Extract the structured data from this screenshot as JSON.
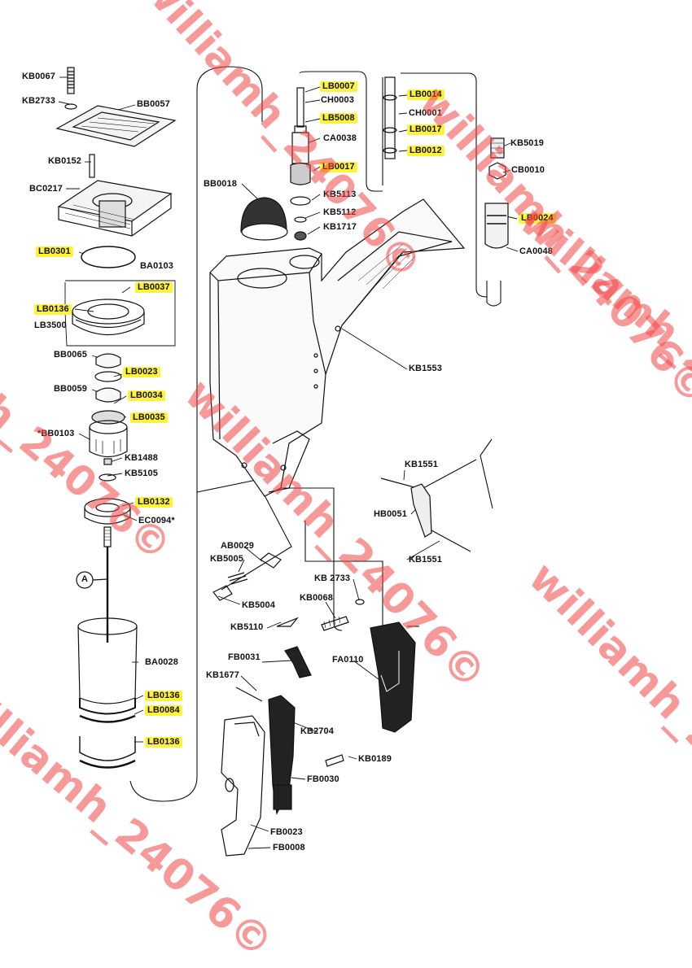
{
  "parts": [
    {
      "code": "KB0067",
      "hl": false
    },
    {
      "code": "KB2733",
      "hl": false
    },
    {
      "code": "BB0057",
      "hl": false
    },
    {
      "code": "KB0152",
      "hl": false
    },
    {
      "code": "BC0217",
      "hl": false
    },
    {
      "code": "LB0301",
      "hl": true
    },
    {
      "code": "BA0103",
      "hl": false
    },
    {
      "code": "LB0037",
      "hl": true
    },
    {
      "code": "LB0136",
      "hl": true
    },
    {
      "code": "LB3500",
      "hl": false
    },
    {
      "code": "BB0065",
      "hl": false
    },
    {
      "code": "LB0023",
      "hl": true
    },
    {
      "code": "BB0059",
      "hl": false
    },
    {
      "code": "LB0034",
      "hl": true
    },
    {
      "code": "LB0035",
      "hl": true
    },
    {
      "code": "*BB0103",
      "hl": false
    },
    {
      "code": "KB1488",
      "hl": false
    },
    {
      "code": "KB5105",
      "hl": false
    },
    {
      "code": "LB0132",
      "hl": true
    },
    {
      "code": "EC0094*",
      "hl": false
    },
    {
      "code": "BA0028",
      "hl": false
    },
    {
      "code": "LB0136",
      "hl": true
    },
    {
      "code": "LB0084",
      "hl": true
    },
    {
      "code": "LB0136",
      "hl": true
    },
    {
      "code": "BB0018",
      "hl": false
    },
    {
      "code": "LB0007",
      "hl": true
    },
    {
      "code": "CH0003",
      "hl": false
    },
    {
      "code": "LB5008",
      "hl": true
    },
    {
      "code": "CA0038",
      "hl": false
    },
    {
      "code": "LB0017",
      "hl": true
    },
    {
      "code": "KB5113",
      "hl": false
    },
    {
      "code": "KB5112",
      "hl": false
    },
    {
      "code": "KB1717",
      "hl": false
    },
    {
      "code": "LB0014",
      "hl": true
    },
    {
      "code": "CH0001",
      "hl": false
    },
    {
      "code": "LB0017",
      "hl": true
    },
    {
      "code": "LB0012",
      "hl": true
    },
    {
      "code": "KB5019",
      "hl": false
    },
    {
      "code": "CB0010",
      "hl": false
    },
    {
      "code": "LB0024",
      "hl": true
    },
    {
      "code": "CA0048",
      "hl": false
    },
    {
      "code": "KB1553",
      "hl": false
    },
    {
      "code": "KB1551",
      "hl": false
    },
    {
      "code": "HB0051",
      "hl": false
    },
    {
      "code": "KB1551",
      "hl": false
    },
    {
      "code": "AB0029",
      "hl": false
    },
    {
      "code": "KB5005",
      "hl": false
    },
    {
      "code": "KB5004",
      "hl": false
    },
    {
      "code": "KB5110",
      "hl": false
    },
    {
      "code": "KB 2733",
      "hl": false
    },
    {
      "code": "KB0068",
      "hl": false
    },
    {
      "code": "FB0031",
      "hl": false
    },
    {
      "code": "FA0110",
      "hl": false
    },
    {
      "code": "KB1677",
      "hl": false
    },
    {
      "code": "KB2704",
      "hl": false
    },
    {
      "code": "KB0189",
      "hl": false
    },
    {
      "code": "FB0030",
      "hl": false
    },
    {
      "code": "FB0023",
      "hl": false
    },
    {
      "code": "FB0008",
      "hl": false
    }
  ],
  "callout": "A",
  "watermark": "williamh_24076©",
  "colors": {
    "highlight": "#fff23a",
    "watermark": "#f04646",
    "line": "#111111"
  }
}
